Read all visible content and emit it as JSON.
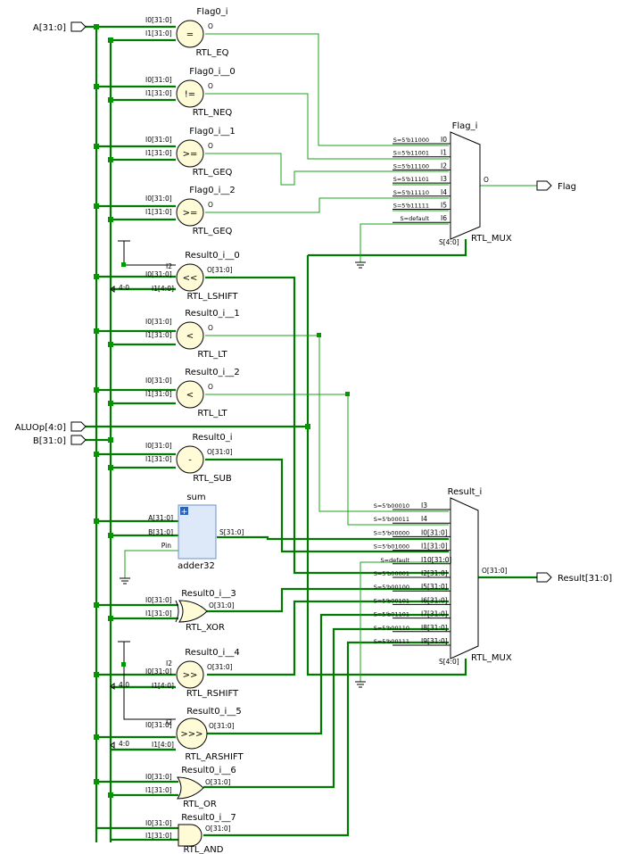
{
  "ports": {
    "a": "A[31:0]",
    "aluop": "ALUOp[4:0]",
    "b": "B[31:0]",
    "flag": "Flag",
    "result": "Result[31:0]"
  },
  "pins": {
    "i0": "I0[31:0]",
    "i1": "I1[31:0]",
    "i1s": "I1[4:0]",
    "i2": "I2",
    "o": "O",
    "o31": "O[31:0]",
    "range": "4:0"
  },
  "cells": [
    {
      "name": "Flag0_i",
      "type": "RTL_EQ",
      "sym": "="
    },
    {
      "name": "Flag0_i__0",
      "type": "RTL_NEQ",
      "sym": "!="
    },
    {
      "name": "Flag0_i__1",
      "type": "RTL_GEQ",
      "sym": ">="
    },
    {
      "name": "Flag0_i__2",
      "type": "RTL_GEQ",
      "sym": ">="
    },
    {
      "name": "Result0_i__0",
      "type": "RTL_LSHIFT",
      "sym": "<<"
    },
    {
      "name": "Result0_i__1",
      "type": "RTL_LT",
      "sym": "<"
    },
    {
      "name": "Result0_i__2",
      "type": "RTL_LT",
      "sym": "<"
    },
    {
      "name": "Result0_i",
      "type": "RTL_SUB",
      "sym": "-"
    },
    {
      "name": "Result0_i__4",
      "type": "RTL_RSHIFT",
      "sym": ">>"
    },
    {
      "name": "Result0_i__5",
      "type": "RTL_ARSHIFT",
      "sym": ">>>"
    }
  ],
  "xor_gate": {
    "name": "Result0_i__3",
    "type": "RTL_XOR"
  },
  "or_gate": {
    "name": "Result0_i__6",
    "type": "RTL_OR"
  },
  "and_gate": {
    "name": "Result0_i__7",
    "type": "RTL_AND"
  },
  "sum": {
    "name": "sum",
    "type": "adder32",
    "plus": "+",
    "pins": [
      "A[31:0]",
      "B[31:0]",
      "Pin"
    ],
    "out": "S[31:0]"
  },
  "flag_mux": {
    "name": "Flag_i",
    "type": "RTL_MUX",
    "sel": "S[4:0]",
    "out": "O",
    "inputs": [
      {
        "s": "S=5'b11000",
        "i": "I0"
      },
      {
        "s": "S=5'b11001",
        "i": "I1"
      },
      {
        "s": "S=5'b11100",
        "i": "I2"
      },
      {
        "s": "S=5'b11101",
        "i": "I3"
      },
      {
        "s": "S=5'b11110",
        "i": "I4"
      },
      {
        "s": "S=5'b11111",
        "i": "I5"
      },
      {
        "s": "S=default",
        "i": "I6"
      }
    ]
  },
  "result_mux": {
    "name": "Result_i",
    "type": "RTL_MUX",
    "sel": "S[4:0]",
    "out": "O[31:0]",
    "inputs": [
      {
        "s": "S=5'b00010",
        "i": "I3"
      },
      {
        "s": "S=5'b00011",
        "i": "I4"
      },
      {
        "s": "S=5'b00000",
        "i": "I0[31:0]"
      },
      {
        "s": "S=5'b01000",
        "i": "I1[31:0]"
      },
      {
        "s": "S=default",
        "i": "I10[31:0]"
      },
      {
        "s": "S=5'b00001",
        "i": "I2[31:0]"
      },
      {
        "s": "S=5'b00100",
        "i": "I5[31:0]"
      },
      {
        "s": "S=5'b00101",
        "i": "I6[31:0]"
      },
      {
        "s": "S=5'b01101",
        "i": "I7[31:0]"
      },
      {
        "s": "S=5'b00110",
        "i": "I8[31:0]"
      },
      {
        "s": "S=5'b00111",
        "i": "I9[31:0]"
      }
    ]
  },
  "colors": {
    "wire": "#1aa31a",
    "bus": "#007a00",
    "cell_fill": "#fffbd6",
    "adder_fill": "#dde8f8"
  }
}
